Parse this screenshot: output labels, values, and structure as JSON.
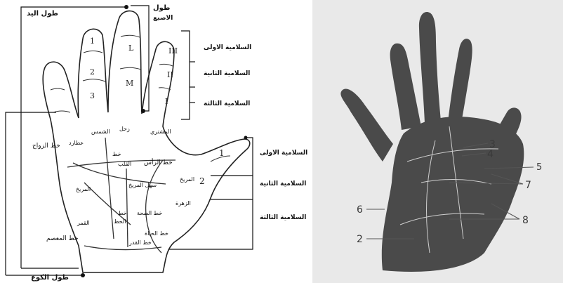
{
  "left_panel": {
    "hand_length_label": "طول اليد",
    "finger_length_label": "طول",
    "finger_length_label_2": "الاصبع",
    "phalanx_labels": [
      "السلامية الاولى",
      "السلامية الثانية",
      "السلامية الثالثة"
    ],
    "thumb_phalanx_labels": [
      "السلامية الاولى",
      "السلامية الثانية",
      "السلامية الثالثة"
    ],
    "finger_roman": [
      "III",
      "II",
      "I"
    ],
    "finger_letters": [
      "L",
      "M"
    ],
    "finger_numbers": [
      "1",
      "2",
      "3"
    ],
    "thumb_numbers": [
      "1",
      "2"
    ],
    "palm_width_label": "طول الكوع",
    "palm_labels": {
      "marriage_line": "خط الزواج",
      "head_line": "خط الرأس",
      "heart_line": "القلب",
      "sun_line": "خط",
      "mount_jupiter": "المشتري",
      "mount_saturn": "زحل",
      "mount_sun": "الشمس",
      "mount_mercury": "عطارد",
      "mount_mars": "المريخ",
      "mount_mars_plain": "سهل المريخ",
      "mount_mars_2": "المريخ",
      "mount_moon": "القمر",
      "mount_venus": "الزهرة",
      "health_line": "خط الصحة",
      "life_line": "خط الحياة",
      "fate_line": "خط القدر",
      "fate_line_2": "خط",
      "fate_line_3": "الحظ",
      "wrist_label": "خط المعصم"
    }
  },
  "right_panel": {
    "callouts": [
      "3",
      "4",
      "5",
      "7",
      "6",
      "8",
      "2"
    ]
  }
}
